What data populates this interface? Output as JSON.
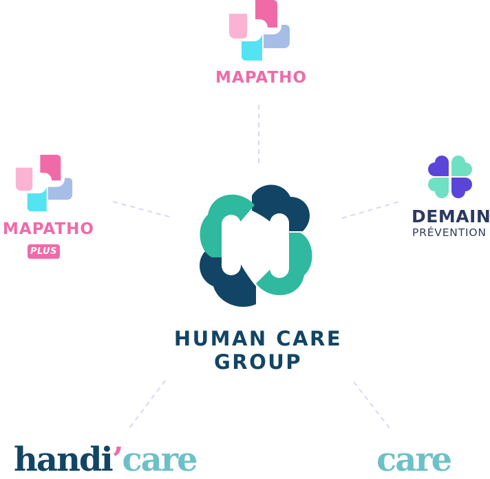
{
  "colors": {
    "pink": "#f06aa8",
    "light_pink": "#fbb3d4",
    "cyan": "#54e3f3",
    "lavender": "#a6bde8",
    "teal": "#2fb99e",
    "navy": "#124565",
    "purple": "#5a45d8",
    "mint": "#6fe0c2",
    "demain_text": "#2b3a5e",
    "handicare_light": "#6ec0c8",
    "connector": "#d7d7f3"
  },
  "center": {
    "title": "HUMAN CARE\nGROUP",
    "icon": "heart-clover-h-icon"
  },
  "top_brand": {
    "name": "MAPATHO",
    "icon": "mapatho-cross-icon"
  },
  "left_brand": {
    "name": "MAPATHO",
    "badge": "PLUS",
    "icon": "mapatho-cross-icon"
  },
  "right_brand": {
    "name": "DEMAIN",
    "subtitle": "PRÉVENTION",
    "icon": "clover-hearts-icon"
  },
  "bottom_left_brand": {
    "part1": "handi",
    "apostrophe": "’",
    "part2": "care"
  },
  "bottom_right_brand": {
    "name": "care"
  }
}
